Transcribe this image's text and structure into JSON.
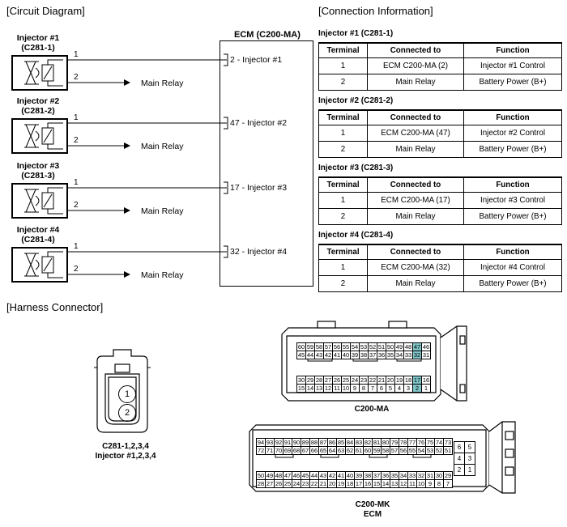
{
  "sections": {
    "circuit_title": "[Circuit Diagram]",
    "connection_title": "[Connection Information]",
    "harness_title": "[Harness Connector]"
  },
  "ecm": {
    "title": "ECM (C200-MA)"
  },
  "injectors": [
    {
      "title_line1": "Injector #1",
      "title_line2": "(C281-1)",
      "pin1": "1",
      "pin2": "2",
      "relay": "Main Relay",
      "ecm_label": "2 - Injector #1"
    },
    {
      "title_line1": "Injector #2",
      "title_line2": "(C281-2)",
      "pin1": "1",
      "pin2": "2",
      "relay": "Main Relay",
      "ecm_label": "47 - Injector #2"
    },
    {
      "title_line1": "Injector #3",
      "title_line2": "(C281-3)",
      "pin1": "1",
      "pin2": "2",
      "relay": "Main Relay",
      "ecm_label": "17 - Injector #3"
    },
    {
      "title_line1": "Injector #4",
      "title_line2": "(C281-4)",
      "pin1": "1",
      "pin2": "2",
      "relay": "Main Relay",
      "ecm_label": "32 - Injector #4"
    }
  ],
  "tables": [
    {
      "title": "Injector #1 (C281-1)",
      "headers": [
        "Terminal",
        "Connected to",
        "Function"
      ],
      "rows": [
        [
          "1",
          "ECM C200-MA (2)",
          "Injector #1 Control"
        ],
        [
          "2",
          "Main Relay",
          "Battery Power (B+)"
        ]
      ]
    },
    {
      "title": "Injector #2 (C281-2)",
      "headers": [
        "Terminal",
        "Connected to",
        "Function"
      ],
      "rows": [
        [
          "1",
          "ECM C200-MA (47)",
          "Injector #2 Control"
        ],
        [
          "2",
          "Main Relay",
          "Battery Power (B+)"
        ]
      ]
    },
    {
      "title": "Injector #3 (C281-3)",
      "headers": [
        "Terminal",
        "Connected to",
        "Function"
      ],
      "rows": [
        [
          "1",
          "ECM C200-MA (17)",
          "Injector #3 Control"
        ],
        [
          "2",
          "Main Relay",
          "Battery Power (B+)"
        ]
      ]
    },
    {
      "title": "Injector #4 (C281-4)",
      "headers": [
        "Terminal",
        "Connected to",
        "Function"
      ],
      "rows": [
        [
          "1",
          "ECM C200-MA (32)",
          "Injector #4 Control"
        ],
        [
          "2",
          "Main Relay",
          "Battery Power (B+)"
        ]
      ]
    }
  ],
  "harness": {
    "injector_connector": {
      "pins": [
        "1",
        "2"
      ],
      "caption_line1": "C281-1,2,3,4",
      "caption_line2": "Injector #1,2,3,4"
    },
    "c200ma": {
      "caption": "C200-MA",
      "row1": [
        "60",
        "59",
        "58",
        "57",
        "56",
        "55",
        "54",
        "53",
        "52",
        "51",
        "50",
        "49",
        "48",
        "47",
        "46"
      ],
      "row2": [
        "45",
        "44",
        "43",
        "42",
        "41",
        "40",
        "39",
        "38",
        "37",
        "36",
        "35",
        "34",
        "33",
        "32",
        "31"
      ],
      "row3": [
        "30",
        "29",
        "28",
        "27",
        "26",
        "25",
        "24",
        "23",
        "22",
        "21",
        "20",
        "19",
        "18",
        "17",
        "16"
      ],
      "row4": [
        "15",
        "14",
        "13",
        "12",
        "11",
        "10",
        "9",
        "8",
        "7",
        "6",
        "5",
        "4",
        "3",
        "2",
        "1"
      ],
      "highlighted": [
        "47",
        "32",
        "17",
        "2"
      ],
      "highlight_color": "#7fc4c8"
    },
    "c200mk": {
      "caption_line1": "C200-MK",
      "caption_line2": "ECM",
      "row1": [
        "94",
        "93",
        "92",
        "91",
        "90",
        "89",
        "88",
        "87",
        "86",
        "85",
        "84",
        "83",
        "82",
        "81",
        "80",
        "79",
        "78",
        "77",
        "76",
        "75",
        "74",
        "73"
      ],
      "row2": [
        "72",
        "71",
        "70",
        "69",
        "68",
        "67",
        "66",
        "65",
        "64",
        "63",
        "62",
        "61",
        "60",
        "59",
        "58",
        "57",
        "56",
        "55",
        "54",
        "53",
        "52",
        "51"
      ],
      "row3": [
        "50",
        "49",
        "48",
        "47",
        "46",
        "45",
        "44",
        "43",
        "42",
        "41",
        "40",
        "39",
        "38",
        "37",
        "36",
        "35",
        "34",
        "33",
        "32",
        "31",
        "30",
        "29"
      ],
      "row4": [
        "28",
        "27",
        "26",
        "25",
        "24",
        "23",
        "22",
        "21",
        "20",
        "19",
        "18",
        "17",
        "16",
        "15",
        "14",
        "13",
        "12",
        "11",
        "10",
        "9",
        "8",
        "7"
      ],
      "side_rows": [
        [
          "6",
          "5"
        ],
        [
          "4",
          "3"
        ],
        [
          "2",
          "1"
        ]
      ]
    }
  }
}
